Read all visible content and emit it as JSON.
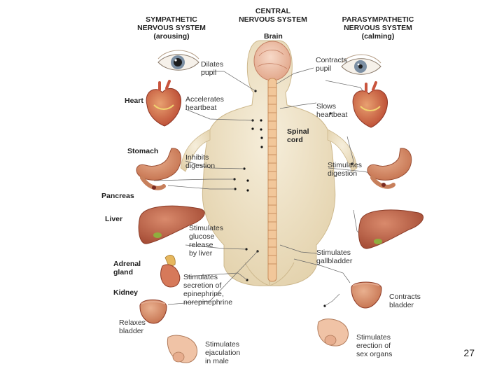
{
  "headers": {
    "sympathetic": "SYMPATHETIC\nNERVOUS SYSTEM\n(arousing)",
    "central": "CENTRAL\nNERVOUS SYSTEM",
    "parasympathetic": "PARASYMPATHETIC\nNERVOUS SYSTEM\n(calming)"
  },
  "structures": {
    "brain": "Brain",
    "spinal_cord": "Spinal\ncord"
  },
  "organs": {
    "heart": "Heart",
    "stomach": "Stomach",
    "pancreas": "Pancreas",
    "liver": "Liver",
    "adrenal": "Adrenal\ngland",
    "kidney": "Kidney"
  },
  "sympathetic_effects": {
    "pupil": "Dilates\npupil",
    "heart": "Accelerates\nheartbeat",
    "digestion": "Inhibits\ndigestion",
    "liver": "Stimulates\nglucose\nrelease\nby liver",
    "adrenal": "Stimulates\nsecretion of\nepinephrine,\nnorepinephrine",
    "bladder": "Relaxes\nbladder",
    "ejaculation": "Stimulates\nejaculation\nin male"
  },
  "parasympathetic_effects": {
    "pupil": "Contracts\npupil",
    "heart": "Slows\nheartbeat",
    "digestion": "Stimulates\ndigestion",
    "gallbladder": "Stimulates\ngallbladder",
    "bladder": "Contracts\nbladder",
    "erection": "Stimulates\nerection of\nsex organs"
  },
  "page_number": "27",
  "colors": {
    "skin": "#efe3c8",
    "skin_shadow": "#d9c7a0",
    "spine": "#f2c79a",
    "organ_red": "#c9543d",
    "organ_pink": "#d9907a",
    "liver": "#b85d45",
    "eye_iris": "#7c8fa3",
    "line": "#555555"
  }
}
